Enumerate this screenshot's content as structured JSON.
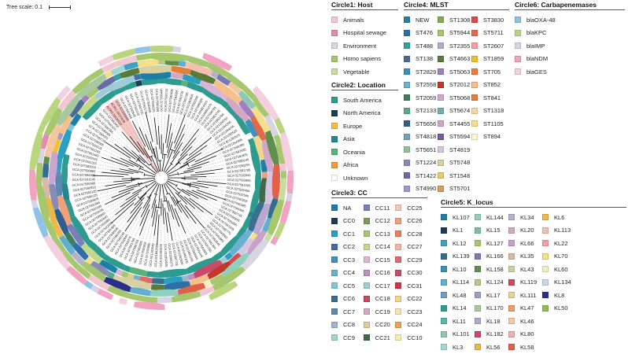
{
  "tree_scale": {
    "label": "Tree scale: 0.1"
  },
  "tree": {
    "tip_labels": [
      "GCA 027590405",
      "GCA 027590225",
      "GCA 027590265",
      "GCA 027590445",
      "GCA 027592715",
      "GCA 027592495",
      "GCA 027591095",
      "GCA 027592235",
      "GCA 027592785",
      "GCA 021282625",
      "GCA 027592305",
      "GCA 027590325",
      "GCA 024824015",
      "GCA 029891075",
      "GCA 027590785",
      "GCA 021853745",
      "GCA 021853765",
      "GCA 021264255",
      "GCA 021264395",
      "GCA 021264255",
      "GCA 021282625",
      "GCA 021282625",
      "GCA 021264395",
      "GCA 027590285",
      "GCA 027592555",
      "GCA 027591955",
      "GCA 027590145",
      "GCA 027590255",
      "GCA 027591785",
      "GCA 027592645",
      "GCA 027592905",
      "GCA 027591505",
      "GCA 027592455",
      "GCA 027592595",
      "GCA 027592005",
      "GCA 027590385",
      "GCA 027590365",
      "GCA 027592745",
      "GCA 027590645",
      "GCA 027591005",
      "GCA 027591935",
      "GCA 027592775",
      "GCA 027592865",
      "GCA 027591865",
      "GCA 027592845",
      "GCA 027591365",
      "GCA 027592265",
      "GCA 027592805",
      "GCA 027591445",
      "GCA 027590345",
      "GCA 021892195",
      "GCA 021892105",
      "GCA 021282505",
      "GCA 021892705",
      "GCA 021892275",
      "GCA 021892625",
      "GCA 021282625",
      "GCA 021892685",
      "GCA 021282645",
      "GCA 027592685",
      "GCA 027592655",
      "GCA 027592895",
      "GCA 027590705",
      "GCA 027591765",
      "GCA 027592075",
      "GCA 027592845",
      "GCA 027590165",
      "GCA 027590205",
      "GCA 027592545",
      "GCA 027591805",
      "GCA 027592955",
      "GCA 027591885",
      "GCA 027591645",
      "GCA 027590665",
      "GCA 027592435",
      "GCA 027592295",
      "GCA 027591685",
      "GCA 027590825",
      "GCA 027590125",
      "GCA 027592125",
      "GCA 027590925",
      "GCA 027590485",
      "GCA 027591545",
      "GCA 027590365",
      "GCA 027590985",
      "GCA 027592015",
      "GCA 027591315",
      "GCA 027592025",
      "GCA 027591465",
      "GCA 027591265",
      "GCA 027591525",
      "GCA 027590505",
      "GCA 027592735",
      "GCA 027590025",
      "GCA 027590085",
      "GCA 027592395",
      "GCA 027592425",
      "GCA 027592455",
      "ACRO 20220110",
      "ACRO 20220108",
      "GCA 021305965",
      "GCA 027592655",
      "GCA 027592645",
      "GCA 027592225",
      "GCA 027592725",
      "GCA 027592175"
    ],
    "highlight_color": "#f4b6b2"
  },
  "legends": {
    "host": {
      "title": "Circle1: Host",
      "items": [
        {
          "label": "Animals",
          "color": "#f2c7d3"
        },
        {
          "label": "Hospital sewage",
          "color": "#e58bab"
        },
        {
          "label": "Environment",
          "color": "#d8d5e3"
        },
        {
          "label": "Homo sapiens",
          "color": "#a6c76e"
        },
        {
          "label": "Vegetable",
          "color": "#c8dca0"
        }
      ]
    },
    "location": {
      "title": "Circle2: Location",
      "items": [
        {
          "label": "South America",
          "color": "#2e9b8f"
        },
        {
          "label": "North America",
          "color": "#1f3c57"
        },
        {
          "label": "Europe",
          "color": "#f0bd48"
        },
        {
          "label": "Asia",
          "color": "#26878f"
        },
        {
          "label": "Oceania",
          "color": "#5bb276"
        },
        {
          "label": "Africa",
          "color": "#f29a42"
        },
        {
          "label": "Unknown",
          "color": "#ffffff"
        }
      ]
    },
    "cc": {
      "title": "Circle3: CC",
      "columns": [
        [
          {
            "label": "NA",
            "color": "#1d7fa8"
          },
          {
            "label": "CC0",
            "color": "#1e3b5e"
          },
          {
            "label": "CC1",
            "color": "#2b9fc1"
          },
          {
            "label": "CC2",
            "color": "#3f6fa8"
          },
          {
            "label": "CC3",
            "color": "#3f8fbf"
          },
          {
            "label": "CC4",
            "color": "#6bb0cf"
          },
          {
            "label": "CC5",
            "color": "#7fc6d6"
          },
          {
            "label": "CC6",
            "color": "#3b6f8f"
          },
          {
            "label": "CC7",
            "color": "#5a8ab0"
          },
          {
            "label": "CC8",
            "color": "#9fb5c9"
          },
          {
            "label": "CC9",
            "color": "#9fd6c6"
          }
        ],
        [
          {
            "label": "CC11",
            "color": "#7a7fb8"
          },
          {
            "label": "CC12",
            "color": "#7b9f5a"
          },
          {
            "label": "CC13",
            "color": "#a6c76e"
          },
          {
            "label": "CC14",
            "color": "#c3d88a"
          },
          {
            "label": "CC15",
            "color": "#d9b5d8"
          },
          {
            "label": "CC16",
            "color": "#b98fc4"
          },
          {
            "label": "CC17",
            "color": "#9ecbd8"
          },
          {
            "label": "CC18",
            "color": "#c94a5a"
          },
          {
            "label": "CC19",
            "color": "#d6a7c4"
          },
          {
            "label": "CC20",
            "color": "#d8cf9a"
          },
          {
            "label": "CC21",
            "color": "#3f6a4a"
          }
        ],
        [
          {
            "label": "CC25",
            "color": "#f5c7b8"
          },
          {
            "label": "CC26",
            "color": "#f2a07a"
          },
          {
            "label": "CC28",
            "color": "#e8805a"
          },
          {
            "label": "CC27",
            "color": "#f3b2a0"
          },
          {
            "label": "CC29",
            "color": "#e06a6a"
          },
          {
            "label": "CC30",
            "color": "#c94a6a"
          },
          {
            "label": "CC31",
            "color": "#d6334a"
          },
          {
            "label": "CC22",
            "color": "#f0d78a"
          },
          {
            "label": "CC23",
            "color": "#f5e3b0"
          },
          {
            "label": "CC24",
            "color": "#e9a35a"
          },
          {
            "label": "CC10",
            "color": "#f2ecb0"
          }
        ]
      ]
    },
    "mlst": {
      "title": "Circle4: MLST",
      "columns": [
        [
          {
            "label": "NEW",
            "color": "#2a7fa0"
          },
          {
            "label": "ST476",
            "color": "#2f6fa8"
          },
          {
            "label": "ST488",
            "color": "#2f9f9f"
          },
          {
            "label": "ST138",
            "color": "#4a6a9a"
          },
          {
            "label": "ST2829",
            "color": "#3a8fbf"
          },
          {
            "label": "ST2558",
            "color": "#6db0cf"
          },
          {
            "label": "ST2059",
            "color": "#3f7f5f"
          },
          {
            "label": "ST2133",
            "color": "#5aaa8a"
          },
          {
            "label": "ST5656",
            "color": "#2f5f8f"
          },
          {
            "label": "ST4818",
            "color": "#6fa0c0"
          },
          {
            "label": "ST5651",
            "color": "#8fbf9f"
          },
          {
            "label": "ST1224",
            "color": "#8a8ab8"
          },
          {
            "label": "ST1422",
            "color": "#6a6aa8"
          },
          {
            "label": "ST4990",
            "color": "#9a9ad0"
          }
        ],
        [
          {
            "label": "ST1308",
            "color": "#7fb04f"
          },
          {
            "label": "ST5944",
            "color": "#a6c76e"
          },
          {
            "label": "ST2355",
            "color": "#b9a8d0"
          },
          {
            "label": "ST4663",
            "color": "#5a7a3a"
          },
          {
            "label": "ST5063",
            "color": "#9f7fbf"
          },
          {
            "label": "ST2012",
            "color": "#c0392b"
          },
          {
            "label": "ST5068",
            "color": "#d1a7c9"
          },
          {
            "label": "ST5674",
            "color": "#6ab0b0"
          },
          {
            "label": "ST4455",
            "color": "#c9a5cf"
          },
          {
            "label": "ST5594",
            "color": "#7a5a9a"
          },
          {
            "label": "ST4819",
            "color": "#d6c4e0"
          },
          {
            "label": "ST5748",
            "color": "#d8d0a0"
          },
          {
            "label": "ST1548",
            "color": "#e8c870"
          },
          {
            "label": "ST5701",
            "color": "#d99a5a"
          }
        ],
        [
          {
            "label": "ST3830",
            "color": "#d94a4a"
          },
          {
            "label": "ST5711",
            "color": "#e06a4a"
          },
          {
            "label": "ST2607",
            "color": "#f2a0a0"
          },
          {
            "label": "ST1859",
            "color": "#f0c030"
          },
          {
            "label": "ST705",
            "color": "#f07a3a"
          },
          {
            "label": "ST852",
            "color": "#f5c08a"
          },
          {
            "label": "ST841",
            "color": "#e0803a"
          },
          {
            "label": "ST1318",
            "color": "#f3d9a0"
          },
          {
            "label": "ST1105",
            "color": "#f7e08a"
          },
          {
            "label": "ST894",
            "color": "#fbf5d0"
          }
        ]
      ]
    },
    "klocus": {
      "title": "Circle5: K_locus",
      "columns": [
        [
          {
            "label": "KL107",
            "color": "#1f7fa8"
          },
          {
            "label": "KL1",
            "color": "#1e3b5e"
          },
          {
            "label": "KL12",
            "color": "#3fa0bf"
          },
          {
            "label": "KL139",
            "color": "#2f6f8f"
          },
          {
            "label": "KL10",
            "color": "#3b8fb0"
          },
          {
            "label": "KL114",
            "color": "#5fb0cf"
          },
          {
            "label": "KL48",
            "color": "#6f9fbf"
          },
          {
            "label": "KL14",
            "color": "#2f9f8f"
          },
          {
            "label": "KL11",
            "color": "#5ab5a5"
          },
          {
            "label": "KL101",
            "color": "#8fc6b6"
          },
          {
            "label": "KL3",
            "color": "#9fd6d6"
          }
        ],
        [
          {
            "label": "KL144",
            "color": "#8fcfbf"
          },
          {
            "label": "KL15",
            "color": "#7fbf9f"
          },
          {
            "label": "KL127",
            "color": "#a6c76e"
          },
          {
            "label": "KL166",
            "color": "#7a7ab8"
          },
          {
            "label": "KL158",
            "color": "#5f8f4f"
          },
          {
            "label": "KL124",
            "color": "#b8c88a"
          },
          {
            "label": "KL17",
            "color": "#9aa0c8"
          },
          {
            "label": "KL170",
            "color": "#a8c8a0"
          },
          {
            "label": "KL18",
            "color": "#b0a8d0"
          },
          {
            "label": "KL182",
            "color": "#c94a6a"
          },
          {
            "label": "KL56",
            "color": "#e8b84a"
          }
        ],
        [
          {
            "label": "KL34",
            "color": "#b9b0c9"
          },
          {
            "label": "KL20",
            "color": "#d4a7c4"
          },
          {
            "label": "KL66",
            "color": "#c8a0c8"
          },
          {
            "label": "KL35",
            "color": "#d8b8a8"
          },
          {
            "label": "KL43",
            "color": "#cfcf9a"
          },
          {
            "label": "KL119",
            "color": "#c94a5a"
          },
          {
            "label": "KL111",
            "color": "#e3d49a"
          },
          {
            "label": "KL47",
            "color": "#f09a6a"
          },
          {
            "label": "KL46",
            "color": "#f5c7a0"
          },
          {
            "label": "KL80",
            "color": "#f0b0b0"
          },
          {
            "label": "KL58",
            "color": "#e0604a"
          }
        ],
        [
          {
            "label": "KL6",
            "color": "#f2b74a"
          },
          {
            "label": "KL113",
            "color": "#f0c0b0"
          },
          {
            "label": "KL22",
            "color": "#f2a0a0"
          },
          {
            "label": "KL70",
            "color": "#f5e08a"
          },
          {
            "label": "KL60",
            "color": "#f7eec0"
          },
          {
            "label": "KL134",
            "color": "#c8d6e8"
          },
          {
            "label": "KL8",
            "color": "#2a2f8a"
          },
          {
            "label": "KL50",
            "color": "#8fbf4f"
          }
        ]
      ]
    },
    "carbapenemases": {
      "title": "Circle6: Carbapenemases",
      "items": [
        {
          "label": "blaOXA-48",
          "color": "#8ec3e6"
        },
        {
          "label": "blaKPC",
          "color": "#b9d67e"
        },
        {
          "label": "blaIMP",
          "color": "#d6d2e8"
        },
        {
          "label": "blaNDM",
          "color": "#f2a3c1"
        },
        {
          "label": "blaGES",
          "color": "#f4cfe0"
        }
      ]
    }
  }
}
